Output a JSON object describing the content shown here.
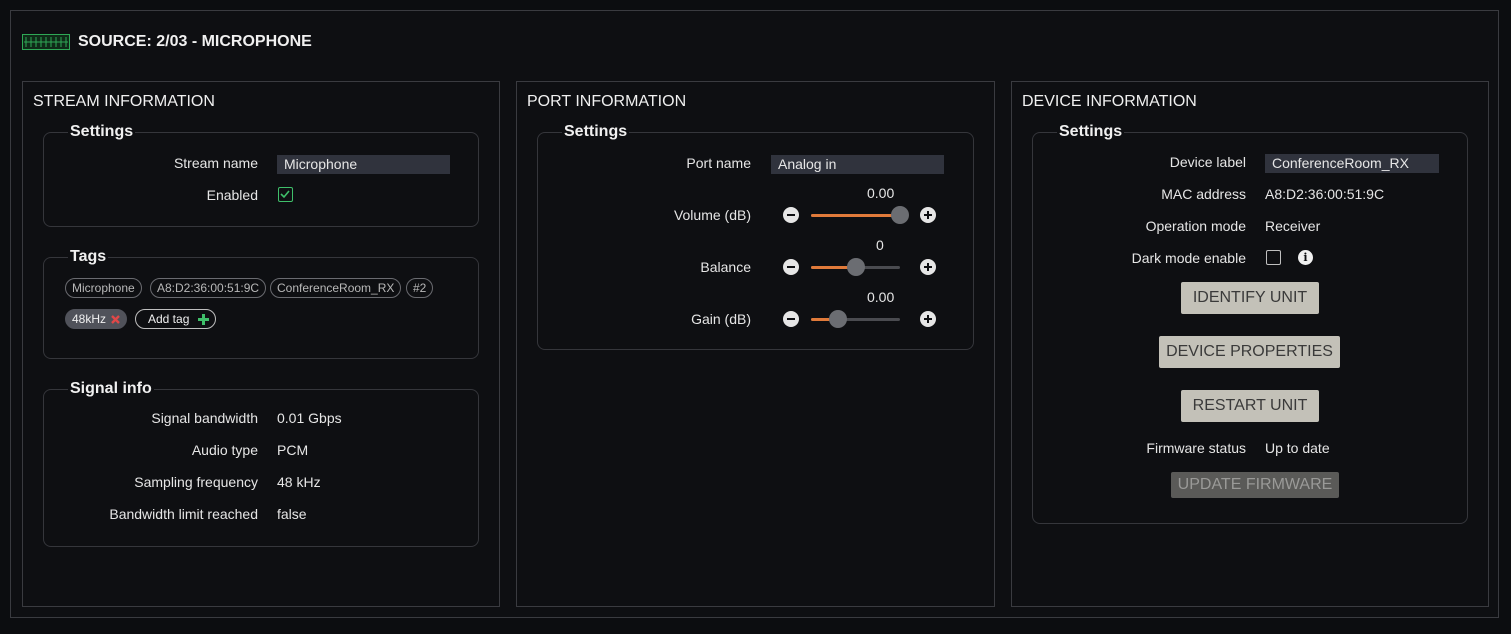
{
  "header": {
    "title": "SOURCE: 2/03 - MICROPHONE",
    "icon": "source-stream-icon",
    "icon_color": "#2fa856"
  },
  "stream": {
    "title": "STREAM INFORMATION",
    "settings": {
      "title": "Settings",
      "stream_name_label": "Stream name",
      "stream_name_value": "Microphone",
      "enabled_label": "Enabled",
      "enabled": true
    },
    "tags": {
      "title": "Tags",
      "items": [
        "Microphone",
        "A8:D2:36:00:51:9C",
        "ConferenceRoom_RX",
        "#2"
      ],
      "selected": "48kHz",
      "add_label": "Add tag"
    },
    "signal": {
      "title": "Signal info",
      "rows": [
        {
          "label": "Signal bandwidth",
          "value": "0.01 Gbps"
        },
        {
          "label": "Audio type",
          "value": "PCM"
        },
        {
          "label": "Sampling frequency",
          "value": "48 kHz"
        },
        {
          "label": "Bandwidth limit reached",
          "value": "false"
        }
      ]
    }
  },
  "port": {
    "title": "PORT INFORMATION",
    "settings": {
      "title": "Settings",
      "port_name_label": "Port name",
      "port_name_value": "Analog in",
      "sliders": [
        {
          "label": "Volume (dB)",
          "value": "0.00",
          "fraction": 1.0
        },
        {
          "label": "Balance",
          "value": "0",
          "fraction": 0.5
        },
        {
          "label": "Gain (dB)",
          "value": "0.00",
          "fraction": 0.3
        }
      ]
    }
  },
  "device": {
    "title": "DEVICE INFORMATION",
    "settings": {
      "title": "Settings",
      "device_label_label": "Device label",
      "device_label_value": "ConferenceRoom_RX",
      "mac_label": "MAC address",
      "mac_value": "A8:D2:36:00:51:9C",
      "mode_label": "Operation mode",
      "mode_value": "Receiver",
      "dark_label": "Dark mode enable",
      "dark_enabled": false,
      "identify_label": "IDENTIFY UNIT",
      "properties_label": "DEVICE PROPERTIES",
      "restart_label": "RESTART UNIT",
      "firmware_label": "Firmware status",
      "firmware_value": "Up to date",
      "update_label": "UPDATE FIRMWARE"
    }
  },
  "colors": {
    "accent": "#e07a3a",
    "check": "#3fbf6a",
    "remove": "#e04848",
    "add": "#3fbf6a"
  }
}
